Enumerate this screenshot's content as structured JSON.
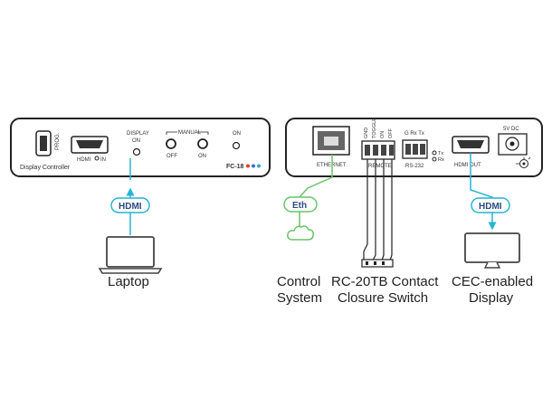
{
  "left_device": {
    "prog": "PROG.",
    "hdmi_in": "HDMI",
    "in": "IN",
    "display_on": [
      "DISPLAY",
      "ON"
    ],
    "manual": "MANUAL",
    "off": "OFF",
    "on": "ON",
    "on_top": "ON",
    "name": "Display Controller",
    "model": "FC-18",
    "led_colors": [
      "#e0402a",
      "#3a6fd8",
      "#25b0c8"
    ]
  },
  "right_device": {
    "ethernet": "ETHERNET",
    "remote": "REMOTE",
    "remote_pins": [
      "GND",
      "TOGGLE",
      "ON",
      "OFF"
    ],
    "rs232_pins": "G  Rx  Tx",
    "rs232": "RS-232",
    "tx": "Tx",
    "rx": "Rx",
    "hdmi_out": "HDMI   OUT",
    "dc": "5V DC"
  },
  "connections": {
    "laptop_pill": "HDMI",
    "eth_pill": "Eth",
    "display_pill": "HDMI"
  },
  "captions": {
    "laptop": "Laptop",
    "control": [
      "Control",
      "System"
    ],
    "switch": [
      "RC-20TB Contact",
      "Closure Switch"
    ],
    "display": [
      "CEC-enabled",
      "Display"
    ]
  },
  "colors": {
    "cable": "#27b4d4",
    "eth_cable": "#6cc26c",
    "pill_border": "#27b4d4",
    "eth_pill_border": "#6cc26c",
    "device_border": "#222222"
  }
}
